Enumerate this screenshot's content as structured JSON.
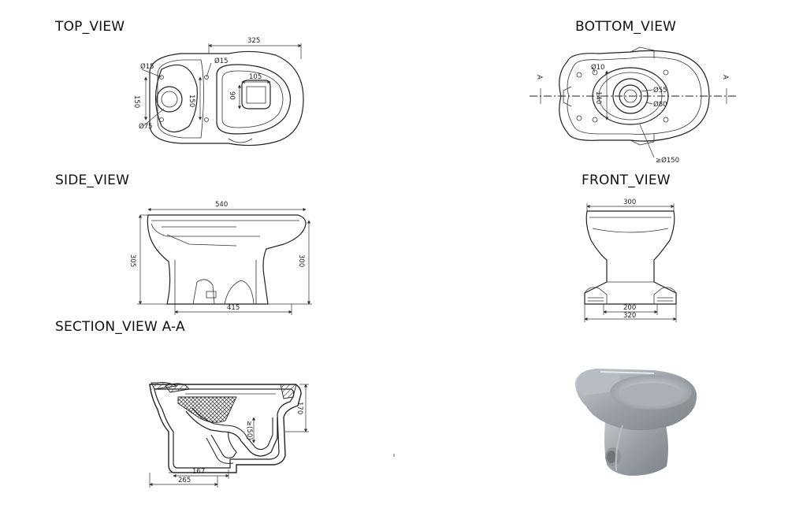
{
  "titles": {
    "top": "TOP_VIEW",
    "bottom": "BOTTOM_VIEW",
    "side": "SIDE_VIEW",
    "front": "FRONT_VIEW",
    "section": "SECTION_VIEW  A-A"
  },
  "top_view_dims": {
    "length": "325",
    "hole_left": "Ø15",
    "hole_right": "Ø15",
    "outlet": "Ø75",
    "height_left": "150",
    "height_right": "150",
    "opening_w": "105",
    "opening_h": "90"
  },
  "bottom_view_dims": {
    "hole": "Ø10",
    "inner": "Ø55",
    "outer": "Ø80",
    "height": "140",
    "spigot": "≥Ø150",
    "cut_left": "A",
    "cut_right": "A"
  },
  "side_view_dims": {
    "length": "540",
    "height_left": "305",
    "height_right": "300",
    "base": "415"
  },
  "front_view_dims": {
    "width": "300",
    "foot_inner": "200",
    "foot_outer": "320"
  },
  "section_view_dims": {
    "height": "170",
    "trap": "≥(50)",
    "outlet_dist": "167",
    "overall": "265"
  }
}
